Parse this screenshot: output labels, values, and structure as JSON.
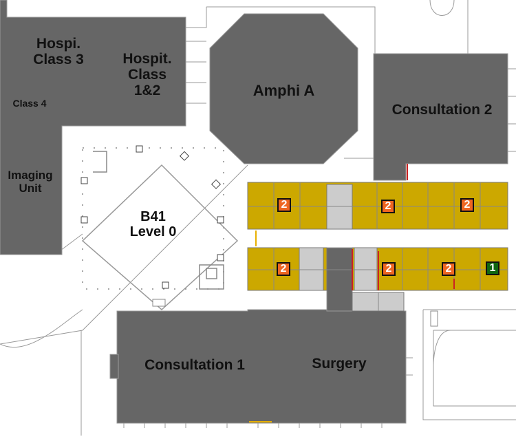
{
  "map": {
    "background": "#ffffff",
    "colors": {
      "building": "#666666",
      "room_available": "#cca800",
      "room_grey": "#cccccc",
      "outline": "#999999",
      "badge_orange": "#ee6622",
      "badge_green": "#116611",
      "highlight_red": "#cc2222"
    }
  },
  "labels": {
    "hospi_class3": "Hospi.\nClass 3",
    "hospit_class12": "Hospit.\nClass\n1&2",
    "class4": "Class 4",
    "imaging_unit": "Imaging\nUnit",
    "amphi_a": "Amphi A",
    "consultation2": "Consultation 2",
    "b41_level0": "B41\nLevel 0",
    "consultation1": "Consultation 1",
    "surgery": "Surgery"
  },
  "rooms": {
    "top_row": [
      {
        "badge": "2",
        "badge_color": "orange"
      },
      {
        "badge": "2",
        "badge_color": "orange"
      },
      {
        "badge": "2",
        "badge_color": "orange"
      }
    ],
    "bottom_row": [
      {
        "badge": "2",
        "badge_color": "orange"
      },
      {
        "badge": "2",
        "badge_color": "orange"
      },
      {
        "badge": "2",
        "badge_color": "orange"
      },
      {
        "badge": "1",
        "badge_color": "green"
      }
    ]
  }
}
